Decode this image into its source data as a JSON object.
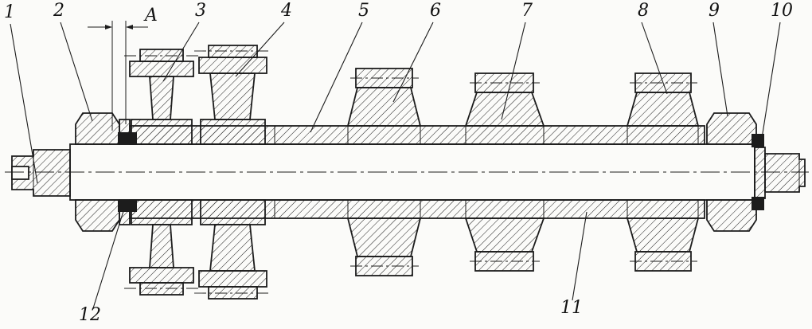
{
  "figure": {
    "kind": "engineering-sectional-drawing",
    "subject": "shaft assembly with mounted gear clusters, longitudinal section",
    "dimension_label": "A",
    "labels": {
      "c1": "1",
      "c2": "2",
      "c3": "3",
      "c4": "4",
      "c5": "5",
      "c6": "6",
      "c7": "7",
      "c8": "8",
      "c9": "9",
      "c10": "10",
      "c11": "11",
      "c12": "12"
    },
    "colors": {
      "line": "#1c1c1c",
      "paper": "#fbfbf9"
    }
  }
}
